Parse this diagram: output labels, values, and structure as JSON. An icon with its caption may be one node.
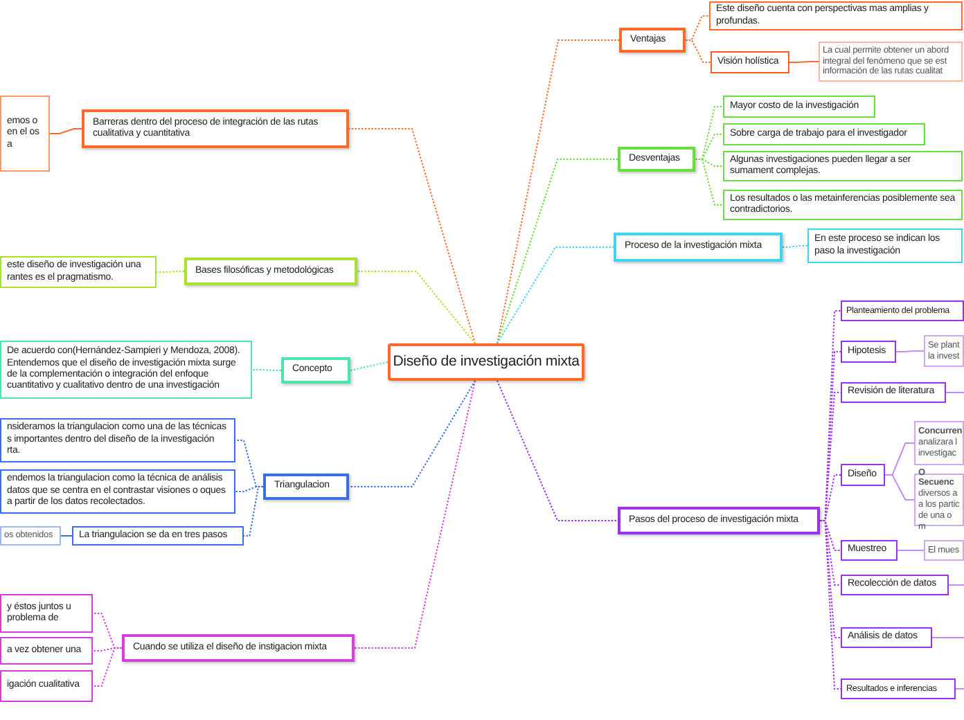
{
  "diagram": {
    "nodes": [
      {
        "text": [
          "Diseño de investigación mixta"
        ]
      },
      {
        "text": [
          "Ventajas"
        ]
      },
      {
        "text": [
          "Este diseño cuenta con perspectivas mas amplias y profundas."
        ]
      },
      {
        "text": [
          "Visión holística"
        ]
      },
      {
        "text": [
          "La cual permite obtener un abord integral del fenómeno que se est información de las rutas cualitat"
        ]
      },
      {
        "text": [
          "Desventajas"
        ]
      },
      {
        "text": [
          "Mayor costo de la investigación"
        ]
      },
      {
        "text": [
          "Sobre carga de trabajo para el investigador"
        ]
      },
      {
        "text": [
          "Algunas investigaciones pueden llegar a ser sumament complejas."
        ]
      },
      {
        "text": [
          "Los resultados o las metainferencias posiblemente sea contradictorios."
        ]
      },
      {
        "text": [
          "Proceso de la investigación mixta"
        ]
      },
      {
        "text": [
          "En este proceso se indican los paso la investigación"
        ]
      },
      {
        "text": [
          "Barreras dentro del proceso de integración de las rutas cualitativa y cuantitativa"
        ]
      },
      {
        "text": [
          "emos o en el os a"
        ]
      },
      {
        "text": [
          "Bases filosóficas y metodológicas"
        ]
      },
      {
        "text": [
          "este diseño de investigación una rantes es el pragmatismo."
        ]
      },
      {
        "text": [
          "Concepto"
        ]
      },
      {
        "text": [
          "De acuerdo con(Hernández-Sampieri y Mendoza, 2008). Entendemos que el diseño de investigación mixta surge de la complementación o integración  del enfoque cuantitativo y cualitativo dentro de una investigación"
        ]
      },
      {
        "text": [
          "Triangulacion"
        ]
      },
      {
        "text": [
          "nsideramos la triangulacion como una de las técnicas s importantes dentro del diseño de la investigación rta."
        ]
      },
      {
        "text": [
          "endemos la triangulacion como la técnica de análisis datos que se centra en el contrastar visiones o oques a partir de los datos recolectados."
        ]
      },
      {
        "text": [
          "La triangulacion se da en tres pasos"
        ]
      },
      {
        "text": [
          "os obtenidos"
        ]
      },
      {
        "text": [
          "Cuando se utiliza el diseño de instigacion mixta"
        ]
      },
      {
        "text": [
          "y éstos juntos u problema de"
        ]
      },
      {
        "text": [
          "a vez obtener una"
        ]
      },
      {
        "text": [
          "igación cualitativa"
        ]
      },
      {
        "text": [
          "Pasos del proceso de investigación mixta"
        ]
      },
      {
        "text": [
          "Planteamiento del problema"
        ]
      },
      {
        "text": [
          "Hipotesis"
        ]
      },
      {
        "text": [
          "Se plant la invest"
        ]
      },
      {
        "text": [
          "Revisión de literatura"
        ]
      },
      {
        "text": [
          "Diseño"
        ]
      },
      {
        "text": [
          "**Concurren** analizara l investigac"
        ]
      },
      {
        "text": [
          "**O Secuenc** diversos a a los partic de una o m"
        ]
      },
      {
        "text": [
          "Muestreo"
        ]
      },
      {
        "text": [
          "El mues"
        ]
      },
      {
        "text": [
          "Recolección de datos"
        ]
      },
      {
        "text": [
          "Análisis de  datos"
        ]
      },
      {
        "text": [
          "Resultados e inferencias"
        ]
      }
    ],
    "edges": [
      {
        "from": 0,
        "to": 1,
        "arrow": "none",
        "style": "dashed",
        "color": "#ff6a2b"
      },
      {
        "from": 1,
        "to": 2,
        "arrow": "none",
        "style": "dashed",
        "color": "#ff6a2b"
      },
      {
        "from": 1,
        "to": 3,
        "arrow": "none",
        "style": "dashed",
        "color": "#ff6a2b"
      },
      {
        "from": 3,
        "to": 4,
        "arrow": "none",
        "color": "#ff6a2b"
      },
      {
        "from": 0,
        "to": 5,
        "arrow": "none",
        "style": "dashed",
        "color": "#66e03a"
      },
      {
        "from": 5,
        "to": 6,
        "arrow": "none",
        "style": "dashed",
        "color": "#66e03a"
      },
      {
        "from": 5,
        "to": 7,
        "arrow": "none",
        "style": "dashed",
        "color": "#66e03a"
      },
      {
        "from": 5,
        "to": 8,
        "arrow": "none",
        "style": "dashed",
        "color": "#66e03a"
      },
      {
        "from": 5,
        "to": 9,
        "arrow": "none",
        "style": "dashed",
        "color": "#66e03a"
      },
      {
        "from": 0,
        "to": 10,
        "arrow": "none",
        "style": "dashed",
        "color": "#3fd4f0"
      },
      {
        "from": 10,
        "to": 11,
        "arrow": "none",
        "style": "dashed",
        "color": "#3fd4f0"
      },
      {
        "from": 0,
        "to": 12,
        "arrow": "none",
        "style": "dashed",
        "color": "#ff6a2b"
      },
      {
        "from": 12,
        "to": 13,
        "arrow": "none",
        "color": "#ff6a2b"
      },
      {
        "from": 0,
        "to": 14,
        "arrow": "none",
        "style": "dashed",
        "color": "#a8e22e"
      },
      {
        "from": 14,
        "to": 15,
        "arrow": "none",
        "style": "dashed",
        "color": "#a8e22e"
      },
      {
        "from": 0,
        "to": 16,
        "arrow": "none",
        "style": "dashed",
        "color": "#48e8a8"
      },
      {
        "from": 16,
        "to": 17,
        "arrow": "none",
        "style": "dashed",
        "color": "#48e8a8"
      },
      {
        "from": 0,
        "to": 18,
        "arrow": "none",
        "style": "dashed",
        "color": "#3a6ee8"
      },
      {
        "from": 18,
        "to": 19,
        "arrow": "none",
        "style": "dashed",
        "color": "#3a6ee8"
      },
      {
        "from": 18,
        "to": 20,
        "arrow": "none",
        "style": "dashed",
        "color": "#3a6ee8"
      },
      {
        "from": 18,
        "to": 21,
        "arrow": "none",
        "style": "dashed",
        "color": "#3a6ee8"
      },
      {
        "from": 21,
        "to": 22,
        "arrow": "none",
        "color": "#3a6ee8"
      },
      {
        "from": 0,
        "to": 23,
        "arrow": "none",
        "style": "dashed",
        "color": "#d63ee0"
      },
      {
        "from": 23,
        "to": 24,
        "arrow": "none",
        "style": "dashed",
        "color": "#d63ee0"
      },
      {
        "from": 23,
        "to": 25,
        "arrow": "none",
        "style": "dashed",
        "color": "#d63ee0"
      },
      {
        "from": 23,
        "to": 26,
        "arrow": "none",
        "style": "dashed",
        "color": "#d63ee0"
      },
      {
        "from": 0,
        "to": 27,
        "arrow": "none",
        "style": "dashed",
        "color": "#9b30f0"
      },
      {
        "from": 27,
        "to": 28,
        "arrow": "none",
        "style": "dashed",
        "color": "#9b30f0"
      },
      {
        "from": 27,
        "to": 29,
        "arrow": "none",
        "style": "dashed",
        "color": "#9b30f0"
      },
      {
        "from": 29,
        "to": 30,
        "arrow": "none",
        "color": "#c48af5"
      },
      {
        "from": 27,
        "to": 31,
        "arrow": "none",
        "style": "dashed",
        "color": "#9b30f0"
      },
      {
        "from": 31,
        "to": null,
        "arrow": "none",
        "color": "#c48af5"
      },
      {
        "from": 27,
        "to": 32,
        "arrow": "none",
        "style": "dashed",
        "color": "#9b30f0"
      },
      {
        "from": 32,
        "to": 33,
        "arrow": "none",
        "color": "#c48af5"
      },
      {
        "from": 32,
        "to": 34,
        "arrow": "none",
        "color": "#c48af5"
      },
      {
        "from": 27,
        "to": 35,
        "arrow": "none",
        "style": "dashed",
        "color": "#9b30f0"
      },
      {
        "from": 35,
        "to": 36,
        "arrow": "none",
        "color": "#c48af5"
      },
      {
        "from": 27,
        "to": 37,
        "arrow": "none",
        "style": "dashed",
        "color": "#9b30f0"
      },
      {
        "from": 37,
        "to": null,
        "arrow": "none",
        "color": "#c48af5"
      },
      {
        "from": 27,
        "to": 38,
        "arrow": "none",
        "style": "dashed",
        "color": "#9b30f0"
      },
      {
        "from": 38,
        "to": null,
        "arrow": "none",
        "color": "#c48af5"
      },
      {
        "from": 27,
        "to": 39,
        "arrow": "none",
        "style": "dashed",
        "color": "#9b30f0"
      },
      {
        "from": 39,
        "to": null,
        "arrow": "none",
        "color": "#c48af5"
      }
    ]
  }
}
